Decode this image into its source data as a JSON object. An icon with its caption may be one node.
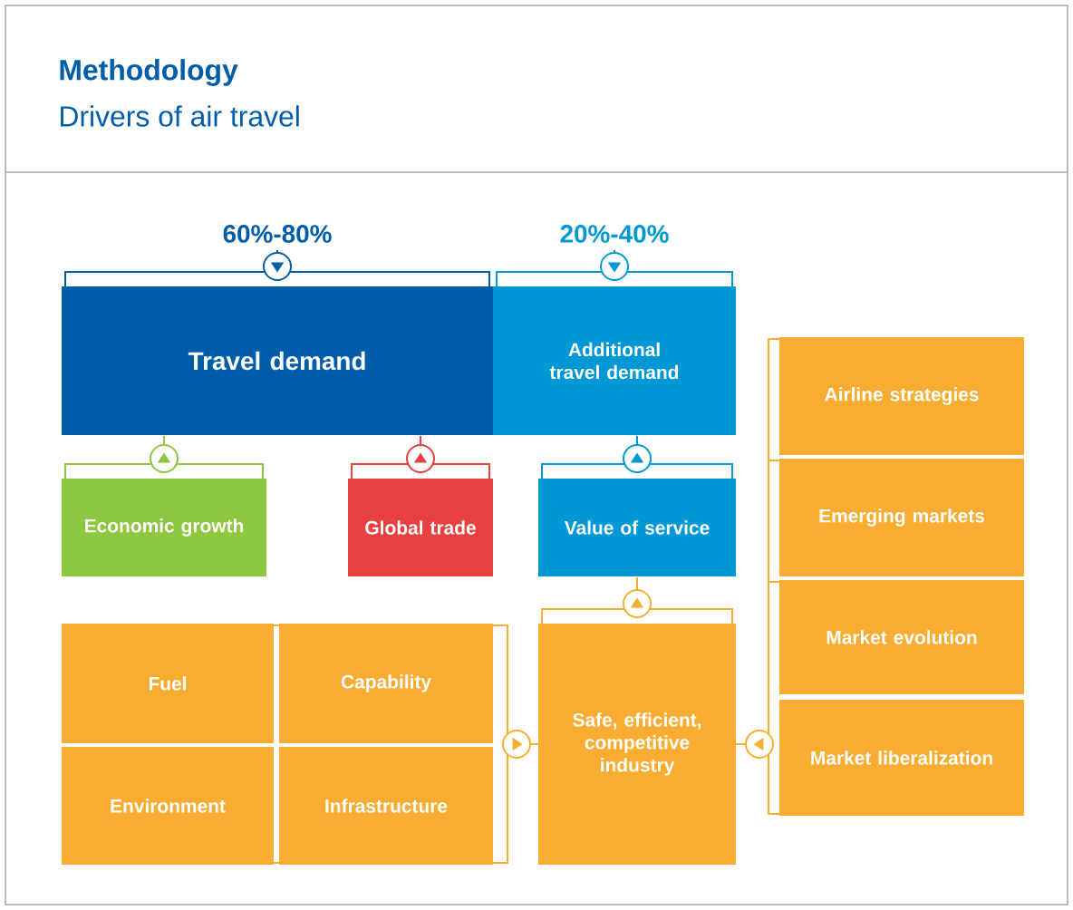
{
  "diagram": {
    "title": "Methodology",
    "labels": [
      "Drivers of air travel"
    ],
    "nodes": [
      {
        "text": [
          "60%-80%"
        ]
      },
      {
        "text": [
          "20%-40%"
        ]
      },
      {
        "text": [
          "Travel demand"
        ]
      },
      {
        "text": [
          "Additional travel demand"
        ]
      },
      {
        "text": [
          "Economic growth"
        ]
      },
      {
        "text": [
          "Global trade"
        ]
      },
      {
        "text": [
          "Value of service"
        ]
      },
      {
        "text": [
          "Fuel"
        ]
      },
      {
        "text": [
          "Capability"
        ]
      },
      {
        "text": [
          "Environment"
        ]
      },
      {
        "text": [
          "Infrastructure"
        ]
      },
      {
        "text": [
          "Safe, efficient, competitive industry"
        ]
      },
      {
        "text": [
          "Airline strategies"
        ]
      },
      {
        "text": [
          "Emerging markets"
        ]
      },
      {
        "text": [
          "Market evolution"
        ]
      },
      {
        "text": [
          "Market liberalization"
        ]
      }
    ],
    "edges": [
      {
        "from": 0,
        "to": 2,
        "arrow": "to",
        "color": "#005daa"
      },
      {
        "from": 1,
        "to": 3,
        "arrow": "to",
        "color": "#0098d4"
      },
      {
        "from": 4,
        "to": 2,
        "arrow": "to",
        "color": "#8dc63f"
      },
      {
        "from": 5,
        "to": 2,
        "arrow": "to",
        "color": "#e8403f"
      },
      {
        "from": 6,
        "to": 3,
        "arrow": "to",
        "color": "#0098d4"
      },
      {
        "from": 11,
        "to": 6,
        "arrow": "to"
      },
      {
        "from": 7,
        "to": 11,
        "arrow": "to"
      },
      {
        "from": 8,
        "to": 11,
        "arrow": "to"
      },
      {
        "from": 9,
        "to": 11,
        "arrow": "to"
      },
      {
        "from": 10,
        "to": 11,
        "arrow": "to"
      },
      {
        "from": 12,
        "to": 11,
        "arrow": "to"
      },
      {
        "from": 13,
        "to": 11,
        "arrow": "to"
      },
      {
        "from": 14,
        "to": 11,
        "arrow": "to"
      },
      {
        "from": 15,
        "to": 11,
        "arrow": "to"
      }
    ]
  }
}
